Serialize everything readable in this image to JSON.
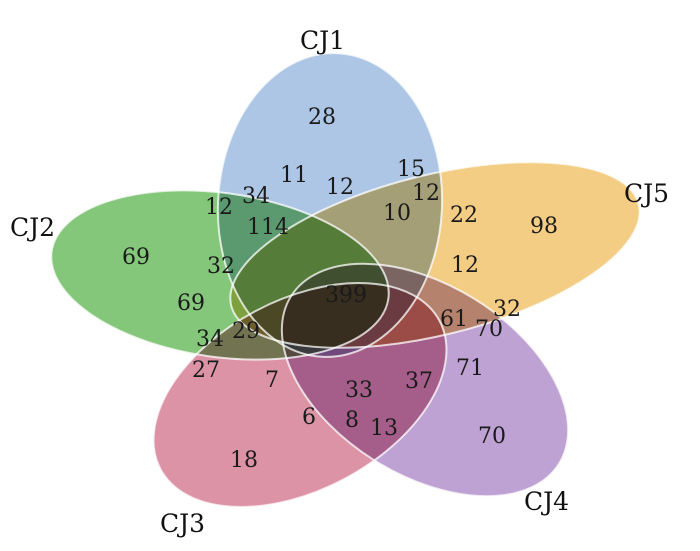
{
  "sets": [
    {
      "id": "cj1",
      "label": "CJ1",
      "color": "#a6c1e4"
    },
    {
      "id": "cj2",
      "label": "CJ2",
      "color": "#7ac26f"
    },
    {
      "id": "cj3",
      "label": "CJ3",
      "color": "#d98a9e"
    },
    {
      "id": "cj4",
      "label": "CJ4",
      "color": "#b99ad0"
    },
    {
      "id": "cj5",
      "label": "CJ5",
      "color": "#f2c97a"
    }
  ],
  "regions": [
    {
      "id": "cj1-only",
      "value": "28"
    },
    {
      "id": "cj2-only",
      "value": "69"
    },
    {
      "id": "cj3-only",
      "value": "18"
    },
    {
      "id": "cj4-only",
      "value": "70"
    },
    {
      "id": "cj5-only",
      "value": "98"
    },
    {
      "id": "r-11",
      "value": "11"
    },
    {
      "id": "r-15",
      "value": "15"
    },
    {
      "id": "r-34a",
      "value": "34"
    },
    {
      "id": "r-12a",
      "value": "12"
    },
    {
      "id": "r-12b",
      "value": "12"
    },
    {
      "id": "r-12c",
      "value": "12"
    },
    {
      "id": "r-10",
      "value": "10"
    },
    {
      "id": "r-22",
      "value": "22"
    },
    {
      "id": "r-114",
      "value": "114"
    },
    {
      "id": "r-32a",
      "value": "32"
    },
    {
      "id": "r-12d",
      "value": "12"
    },
    {
      "id": "r-399",
      "value": "399"
    },
    {
      "id": "r-69",
      "value": "69"
    },
    {
      "id": "r-29",
      "value": "29"
    },
    {
      "id": "r-61",
      "value": "61"
    },
    {
      "id": "r-70",
      "value": "70"
    },
    {
      "id": "r-32b",
      "value": "32"
    },
    {
      "id": "r-34b",
      "value": "34"
    },
    {
      "id": "r-27",
      "value": "27"
    },
    {
      "id": "r-7",
      "value": "7"
    },
    {
      "id": "r-33",
      "value": "33"
    },
    {
      "id": "r-37",
      "value": "37"
    },
    {
      "id": "r-71",
      "value": "71"
    },
    {
      "id": "r-6",
      "value": "6"
    },
    {
      "id": "r-8",
      "value": "8"
    },
    {
      "id": "r-13",
      "value": "13"
    }
  ]
}
